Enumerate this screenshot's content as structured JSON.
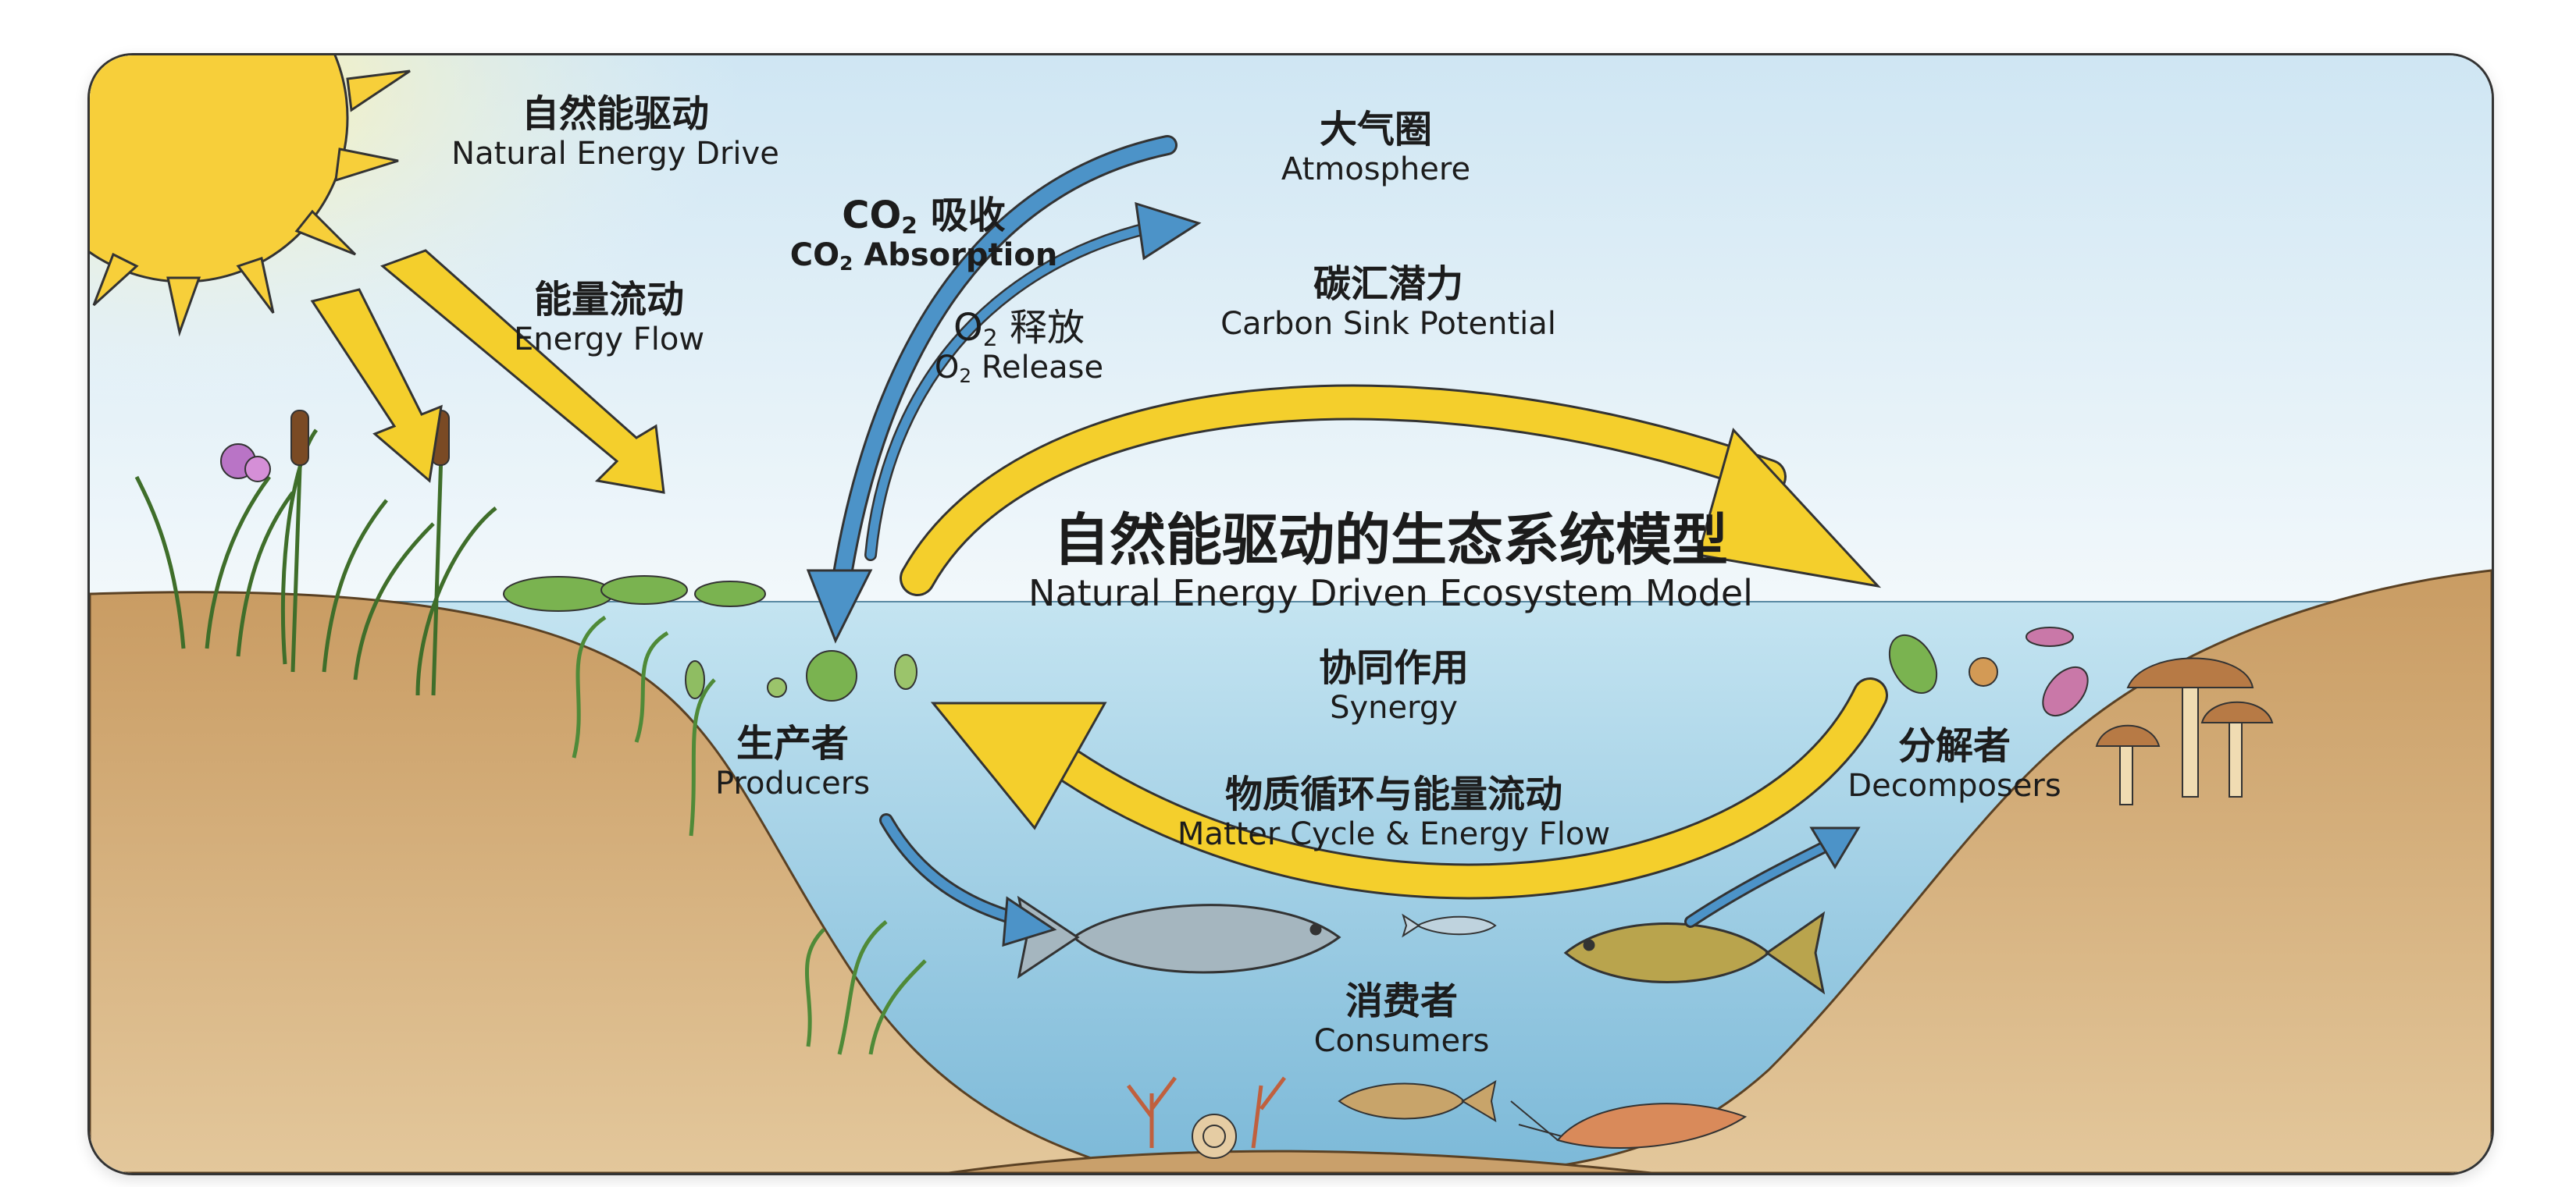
{
  "title": {
    "cn": "自然能驱动的生态系统模型",
    "en": "Natural Energy Driven Ecosystem Model"
  },
  "labels": {
    "natural_energy": {
      "cn": "自然能驱动",
      "en": "Natural Energy Drive"
    },
    "energy_flow": {
      "cn": "能量流动",
      "en": "Energy Flow"
    },
    "co2_absorption": {
      "cn_prefix": "CO",
      "cn_sub": "2",
      "cn_suffix": " 吸收",
      "en_prefix": "CO",
      "en_sub": "2",
      "en_suffix": " Absorption"
    },
    "o2_release": {
      "cn_prefix": "O",
      "cn_sub": "2",
      "cn_suffix": " 释放",
      "en_prefix": "O",
      "en_sub": "2",
      "en_suffix": " Release"
    },
    "atmosphere": {
      "cn": "大气圈",
      "en": "Atmosphere"
    },
    "carbon_sink": {
      "cn": "碳汇潜力",
      "en": "Carbon Sink Potential"
    },
    "synergy": {
      "cn": "协同作用",
      "en": "Synergy"
    },
    "producers": {
      "cn": "生产者",
      "en": "Producers"
    },
    "matter_cycle": {
      "cn": "物质循环与能量流动",
      "en": "Matter Cycle & Energy Flow"
    },
    "decomposers": {
      "cn": "分解者",
      "en": "Decomposers"
    },
    "consumers": {
      "cn": "消费者",
      "en": "Consumers"
    }
  },
  "colors": {
    "sun": "#f7cf3a",
    "yellow_arrow": "#f4cf2c",
    "blue_arrow": "#4c93c8",
    "water": "#a7d4e8",
    "soil": "#c9a06b",
    "sky": "#d6ecf6",
    "plants": "#5f9a45"
  },
  "icons": [
    "sun-icon",
    "cattail-plant-icon",
    "fish-icon",
    "shrimp-icon",
    "mushroom-icon",
    "bacteria-icon",
    "shell-icon",
    "coral-icon"
  ]
}
